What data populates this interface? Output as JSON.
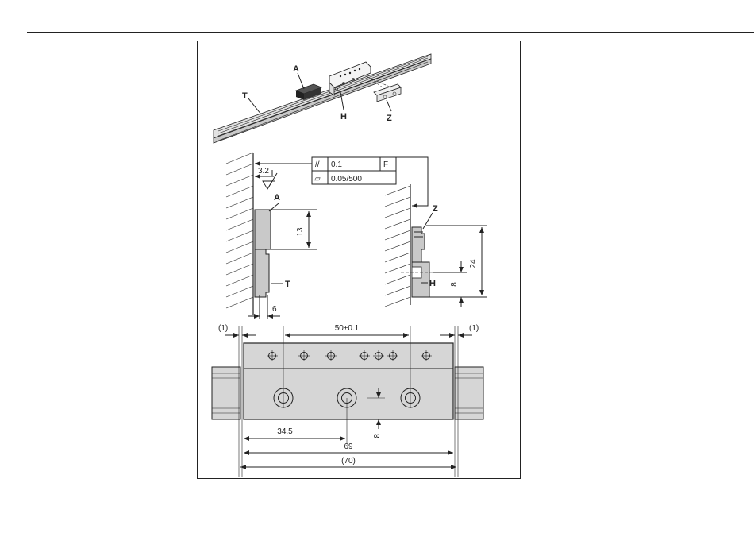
{
  "labels": {
    "a": "A",
    "t": "T",
    "h": "H",
    "z": "Z"
  },
  "tolerances": {
    "parallel_symbol": "//",
    "parallel_value": "0.1",
    "datum": "F",
    "flatness_symbol": "▱",
    "flatness_value": "0.05/500"
  },
  "surface_finish": "3.2",
  "dimensions": {
    "scale_height": "13",
    "slot_offset": "6",
    "mount_height": "24",
    "hole_offset": "8",
    "clearance_left": "(1)",
    "clearance_right": "(1)",
    "hole_pitch": "50±0.1",
    "hole_center": "34.5",
    "hole_row_offset": "8",
    "overall_length": "69",
    "total_length": "(70)"
  },
  "colors": {
    "line": "#222222",
    "shade": "#d6d6d6",
    "dark_shade": "#b8b8b8",
    "background": "#ffffff"
  }
}
